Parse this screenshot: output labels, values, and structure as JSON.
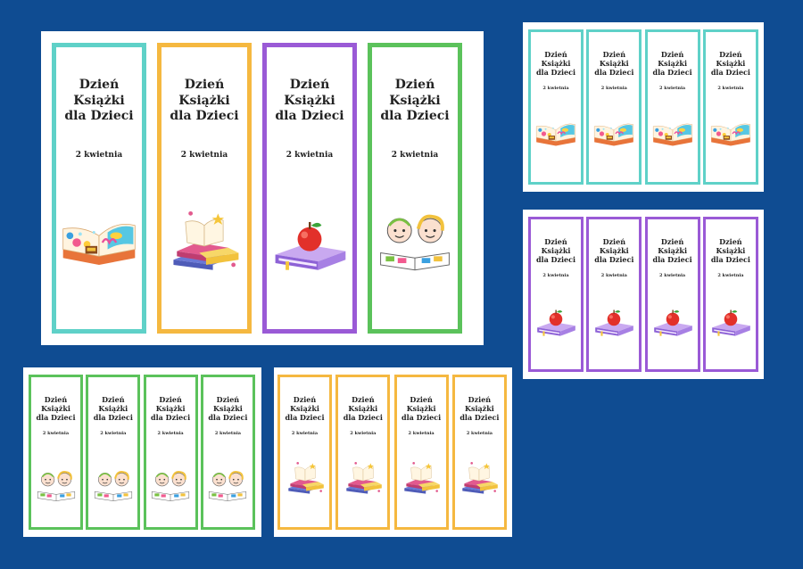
{
  "bookmark": {
    "title_line1": "Dzień Książki",
    "title_line2": "dla Dzieci",
    "date": "2 kwietnia"
  },
  "colors": {
    "background": "#0f4c92",
    "teal": "#5fd1c8",
    "orange": "#f5b840",
    "purple": "#9a5ad6",
    "green": "#5bc25b"
  },
  "illustrations": {
    "teal": "open-book-ocean-icon",
    "orange": "stacked-books-icon",
    "purple": "book-apple-icon",
    "green": "kids-reading-icon"
  },
  "sheets": [
    {
      "name": "large-sheet-mixed",
      "bookmarks": [
        "teal",
        "orange",
        "purple",
        "green"
      ]
    },
    {
      "name": "sheet-teal",
      "bookmarks": [
        "teal",
        "teal",
        "teal",
        "teal"
      ]
    },
    {
      "name": "sheet-purple",
      "bookmarks": [
        "purple",
        "purple",
        "purple",
        "purple"
      ]
    },
    {
      "name": "sheet-green",
      "bookmarks": [
        "green",
        "green",
        "green",
        "green"
      ]
    },
    {
      "name": "sheet-orange",
      "bookmarks": [
        "orange",
        "orange",
        "orange",
        "orange"
      ]
    }
  ]
}
